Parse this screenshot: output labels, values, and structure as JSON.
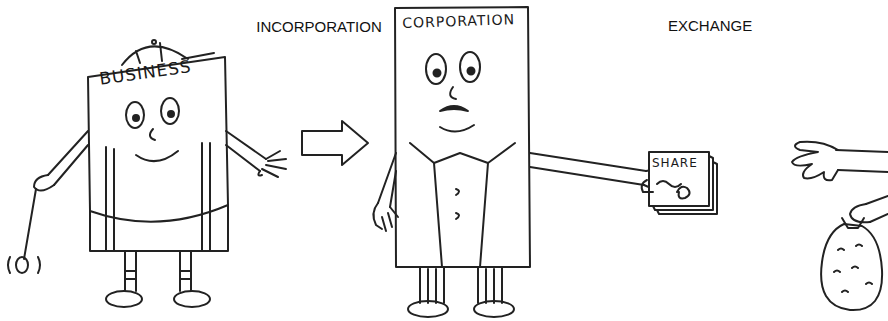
{
  "diagram": {
    "nodes": [
      {
        "text": [
          "BUSINESS"
        ]
      },
      {
        "text": [
          "CORPORATION"
        ]
      },
      {
        "text": [
          "SHARE"
        ]
      }
    ],
    "edges": [
      {
        "from": 0,
        "to": 1,
        "arrow": "to",
        "label": "INCORPORATION"
      }
    ],
    "labels": [
      "EXCHANGE"
    ]
  }
}
